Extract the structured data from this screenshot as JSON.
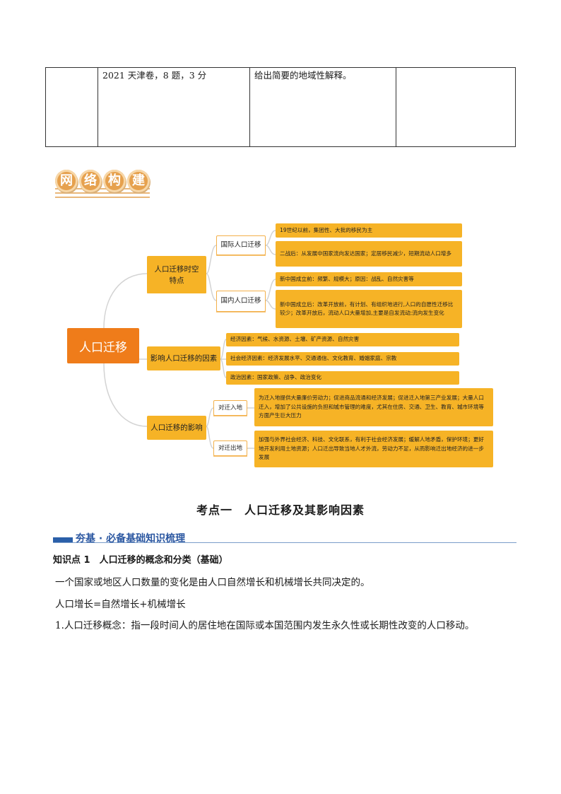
{
  "table": {
    "cells": [
      "",
      "2021 天津卷，8 题，3 分",
      "给出简要的地域性解释。",
      ""
    ]
  },
  "banner": {
    "chars": [
      "网",
      "络",
      "构",
      "建"
    ]
  },
  "mindmap": {
    "root": "人口迁移",
    "branches": [
      {
        "label": "人口迁移时空特点",
        "children": [
          {
            "label": "国际人口迁移",
            "leaves": [
              "19世纪以前，集团性、大批的移民为主",
              "二战后：从发展中国家流向发达国家；定居移民减少，短期流动人口增多"
            ]
          },
          {
            "label": "国内人口迁移",
            "leaves": [
              "新中国成立前：频繁、规模大；原因：战乱、自然灾害等",
              "新中国成立后：改革开放前，有计划、有组织地进行,人口的自愿性迁移比较少；改革开放后，流动人口大量增加,主要是自发流动;流向发生变化"
            ]
          }
        ]
      },
      {
        "label": "影响人口迁移的因素",
        "leaves": [
          "经济因素：气候、水资源、土壤、矿产资源、自然灾害",
          "社会经济因素：经济发展水平、交通通信、文化教育、婚姻家庭、宗教",
          "政治因素：国家政策、战争、政治变化"
        ]
      },
      {
        "label": "人口迁移的影响",
        "children": [
          {
            "label": "对迁入地",
            "leaves": [
              "为迁入地提供大量廉价劳动力；促进商品流通和经济发展；促进迁入地第三产业发展；大量人口迁入，增加了公共设施的负担和城市管理的难度，尤其在住房、交通、卫生、教育、城市环境等方面产生巨大压力"
            ]
          },
          {
            "label": "对迁出地",
            "leaves": [
              "加强与外界社会经济、科技、文化联系，有利于社会经济发展；缓解人地矛盾，保护环境；更好地开发利用土地资源；人口迁出导致当地人才外流，劳动力不足，从而影响迁出地经济的进一步发展"
            ]
          }
        ]
      }
    ]
  },
  "section": {
    "title": "考点一　人口迁移及其影响因素",
    "subheading": "夯基 · 必备基础知识梳理",
    "knowledge_point": "知识点 1　人口迁移的概念和分类（基础）",
    "lines": [
      "一个国家或地区人口数量的变化是由人口自然增长和机械增长共同决定的。",
      "人口增长=自然增长+机械增长",
      "1.人口迁移概念：指一段时间人的居住地在国际或本国范围内发生永久性或长期性改变的人口移动。"
    ]
  },
  "colors": {
    "root": "#ef7c1a",
    "node": "#f6b326",
    "connector": "#d3d3d3",
    "accent_blue": "#2a5fa9"
  }
}
